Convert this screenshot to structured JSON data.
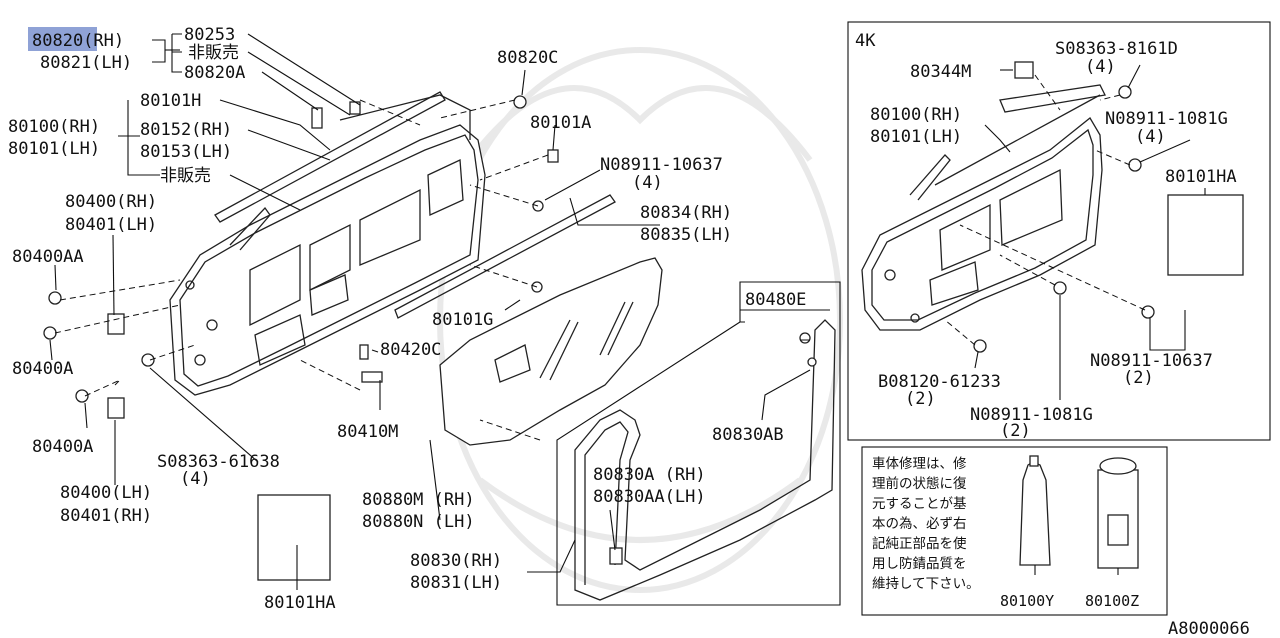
{
  "diagram": {
    "code": "A8000066",
    "highlight_part": "80820",
    "labels_main": {
      "p80820": "80820(RH)",
      "p80821": "80821(LH)",
      "p80253": "80253",
      "not_sold_1": "非販売",
      "p80820A": "80820A",
      "p80820C": "80820C",
      "p80101H": "80101H",
      "p80100": "80100(RH)",
      "p80101": "80101(LH)",
      "p80152": "80152(RH)",
      "p80153": "80153(LH)",
      "not_sold_2": "非販売",
      "p80101A": "80101A",
      "n08911_10637": "N08911-10637",
      "q4a": "(4)",
      "p80400rh": "80400(RH)",
      "p80401lh": "80401(LH)",
      "p80400AA": "80400AA",
      "p80834": "80834(RH)",
      "p80835": "80835(LH)",
      "p80400A_1": "80400A",
      "p80101G": "80101G",
      "p80420C": "80420C",
      "p80480E": "80480E",
      "p80400A_2": "80400A",
      "p80410M": "80410M",
      "p80830AB": "80830AB",
      "s08363_61638": "S08363-61638",
      "q4b": "(4)",
      "p80400lh": "80400(LH)",
      "p80401rh": "80401(RH)",
      "p80830A": "80830A (RH)",
      "p80830AA": "80830AA(LH)",
      "p80880M": "80880M (RH)",
      "p80880N": "80880N (LH)",
      "p80830": "80830(RH)",
      "p80831": "80831(LH)",
      "p80101HA": "80101HA"
    },
    "labels_4k": {
      "title": "4K",
      "s08363_8161D": "S08363-8161D",
      "q4c": "(4)",
      "p80344M": "80344M",
      "p80100": "80100(RH)",
      "p80101": "80101(LH)",
      "n08911_1081G": "N08911-1081G",
      "q4d": "(4)",
      "p80101HA": "80101HA",
      "n08911_10637": "N08911-10637",
      "q2a": "(2)",
      "b08120_61233": "B08120-61233",
      "q2b": "(2)",
      "n08911_1081G_b": "N08911-1081G",
      "q2c": "(2)"
    },
    "repair_note": {
      "line1": "車体修理は、修",
      "line2": "理前の状態に復",
      "line3": "元することが基",
      "line4": "本の為、必ず右",
      "line5": "記純正部品を使",
      "line6": "用し防錆品質を",
      "line7": "維持して下さい。",
      "p80100Y": "80100Y",
      "p80100Z": "80100Z"
    }
  }
}
